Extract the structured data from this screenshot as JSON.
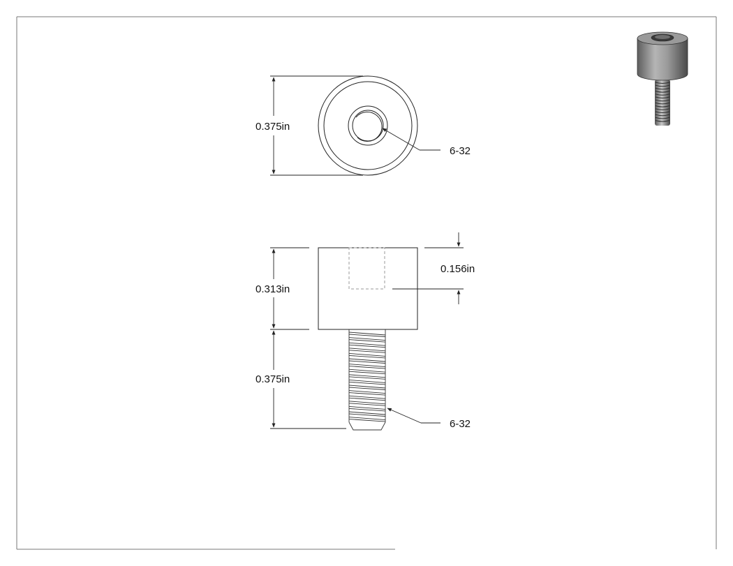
{
  "top_view": {
    "diameter_label": "0.375in",
    "thread_callout": "6-32"
  },
  "side_view": {
    "body_height_label": "0.313in",
    "bore_depth_label": "0.156in",
    "stud_length_label": "0.375in",
    "thread_callout": "6-32"
  },
  "colors": {
    "line": "#222222",
    "hidden_line": "#9a9a9a",
    "frame": "#777777",
    "iso_body": "#8c8c8c"
  },
  "iso_thumbnail": {
    "icon": "standoff-iso-icon"
  }
}
